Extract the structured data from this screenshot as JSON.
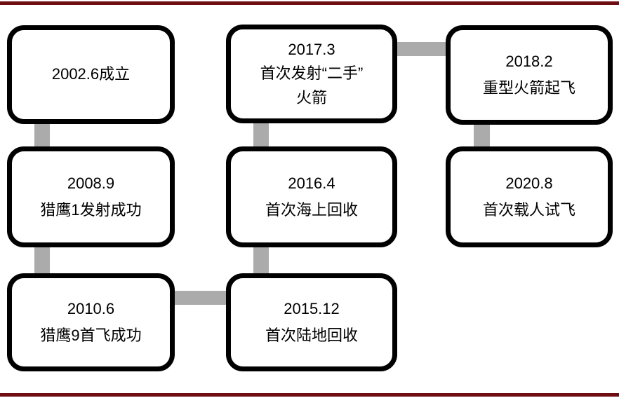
{
  "theme": {
    "background": "#ffffff",
    "rule_color": "#6e0e12",
    "connector_color": "#ababab",
    "box_border_color": "#000000",
    "text_color": "#000000"
  },
  "diagram": {
    "kind": "milestone-timeline",
    "boxes": [
      {
        "id": "2002-founding",
        "lines": [
          "2002.6成立"
        ]
      },
      {
        "id": "2008-falcon1",
        "lines": [
          "2008.9",
          "猎鹰1发射成功"
        ]
      },
      {
        "id": "2010-falcon9",
        "lines": [
          "2010.6",
          "猎鹰9首飞成功"
        ]
      },
      {
        "id": "2015-land-recovery",
        "lines": [
          "2015.12",
          "首次陆地回收"
        ]
      },
      {
        "id": "2016-sea-recovery",
        "lines": [
          "2016.4",
          "首次海上回收"
        ]
      },
      {
        "id": "2017-reused-rocket",
        "lines": [
          "2017.3",
          "首次发射“二手”",
          "火箭"
        ]
      },
      {
        "id": "2018-heavy-rocket",
        "lines": [
          "2018.2",
          "重型火箭起飞"
        ]
      },
      {
        "id": "2020-crewed-flight",
        "lines": [
          "2020.8",
          "首次载人试飞"
        ]
      }
    ]
  }
}
